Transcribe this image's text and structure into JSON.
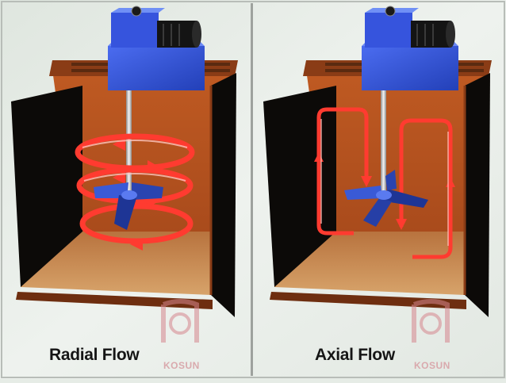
{
  "panels": [
    {
      "id": "radial",
      "label": "Radial Flow"
    },
    {
      "id": "axial",
      "label": "Axial Flow"
    }
  ],
  "watermark": {
    "text": "KOSUN"
  },
  "colors": {
    "tank_inner": "#b4501c",
    "tank_floor": "#c98a52",
    "tank_walls": "#0c0a08",
    "motor": "#2f50d8",
    "flow_arrows": "#ff3b30",
    "impeller": "#3a5ad6"
  }
}
